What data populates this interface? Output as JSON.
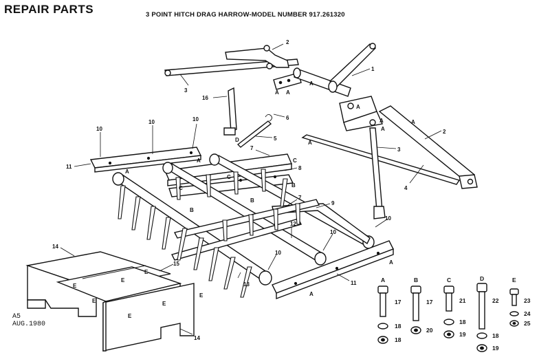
{
  "header": {
    "title": "REPAIR PARTS",
    "subtitle": "3 POINT HITCH DRAG HARROW-MODEL NUMBER 917.261320"
  },
  "footer": {
    "code": "A5",
    "date": "AUG.1980"
  },
  "callouts": [
    {
      "id": "c2a",
      "text": "2"
    },
    {
      "id": "c1",
      "text": "1"
    },
    {
      "id": "c3a",
      "text": "3"
    },
    {
      "id": "c16",
      "text": "16"
    },
    {
      "id": "c6",
      "text": "6"
    },
    {
      "id": "c5",
      "text": "5"
    },
    {
      "id": "c2b",
      "text": "2"
    },
    {
      "id": "c3b",
      "text": "3"
    },
    {
      "id": "c4",
      "text": "4"
    },
    {
      "id": "c10a",
      "text": "10"
    },
    {
      "id": "c10b",
      "text": "10"
    },
    {
      "id": "c10c",
      "text": "10"
    },
    {
      "id": "c11a",
      "text": "11"
    },
    {
      "id": "c7a",
      "text": "7"
    },
    {
      "id": "c8",
      "text": "8"
    },
    {
      "id": "c7b",
      "text": "7"
    },
    {
      "id": "c9",
      "text": "9"
    },
    {
      "id": "c12",
      "text": "12"
    },
    {
      "id": "c10d",
      "text": "10"
    },
    {
      "id": "c10e",
      "text": "10"
    },
    {
      "id": "c10f",
      "text": "10"
    },
    {
      "id": "c13",
      "text": "13"
    },
    {
      "id": "c11b",
      "text": "11"
    },
    {
      "id": "c14a",
      "text": "14"
    },
    {
      "id": "c15",
      "text": "15"
    },
    {
      "id": "c14b",
      "text": "14"
    }
  ],
  "letters": [
    {
      "id": "la1",
      "text": "A"
    },
    {
      "id": "la2",
      "text": "A"
    },
    {
      "id": "la3",
      "text": "A"
    },
    {
      "id": "la4",
      "text": "A"
    },
    {
      "id": "la5",
      "text": "A"
    },
    {
      "id": "la6",
      "text": "A"
    },
    {
      "id": "la7",
      "text": "A"
    },
    {
      "id": "la8",
      "text": "A"
    },
    {
      "id": "la9",
      "text": "A"
    },
    {
      "id": "la10",
      "text": "A"
    },
    {
      "id": "la11",
      "text": "A"
    },
    {
      "id": "la12",
      "text": "A"
    },
    {
      "id": "lb1",
      "text": "B"
    },
    {
      "id": "lb2",
      "text": "B"
    },
    {
      "id": "lb3",
      "text": "B"
    },
    {
      "id": "lc1",
      "text": "C"
    },
    {
      "id": "lc2",
      "text": "C"
    },
    {
      "id": "lc3",
      "text": "C"
    },
    {
      "id": "ld1",
      "text": "D"
    },
    {
      "id": "le1",
      "text": "E"
    },
    {
      "id": "le2",
      "text": "E"
    },
    {
      "id": "le3",
      "text": "E"
    },
    {
      "id": "le4",
      "text": "E"
    },
    {
      "id": "le5",
      "text": "E"
    },
    {
      "id": "le6",
      "text": "E"
    },
    {
      "id": "le7",
      "text": "E"
    }
  ],
  "hardware": [
    {
      "letter": "A",
      "bolt": "17",
      "washer": "18",
      "nut": "18"
    },
    {
      "letter": "B",
      "bolt": "17",
      "washer": "",
      "nut": "20"
    },
    {
      "letter": "C",
      "bolt": "21",
      "washer": "18",
      "nut": "19"
    },
    {
      "letter": "D",
      "bolt": "22",
      "washer": "18",
      "nut": "19"
    },
    {
      "letter": "E",
      "bolt": "23",
      "washer": "24",
      "nut": "25"
    }
  ]
}
